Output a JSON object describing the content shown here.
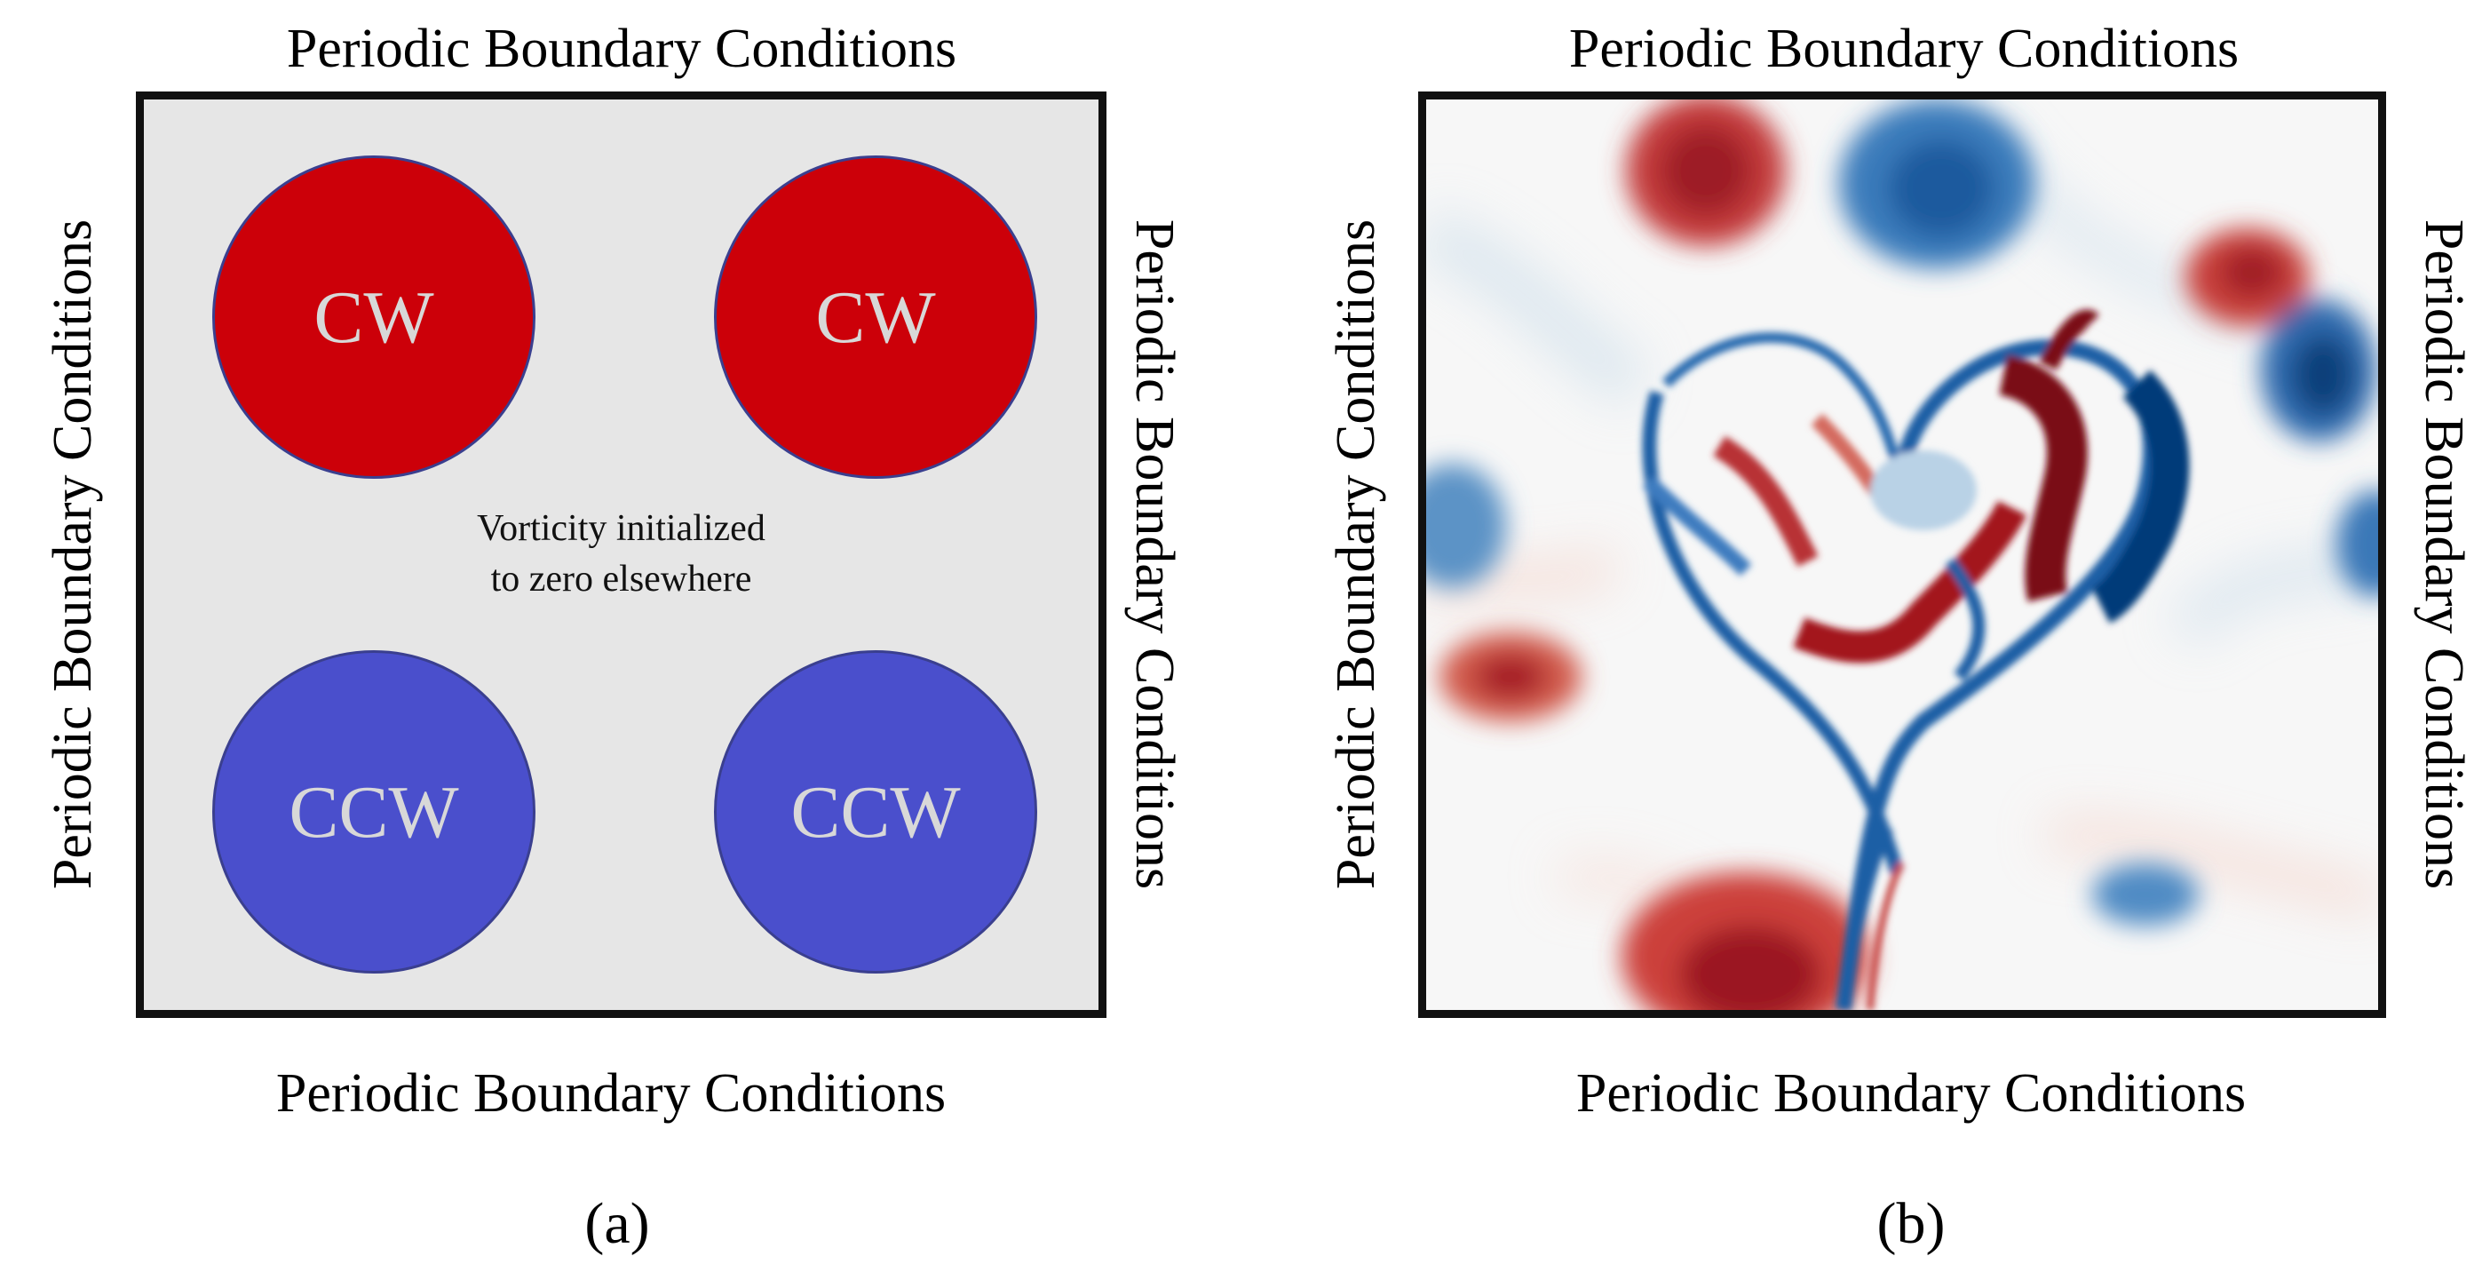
{
  "panel_a": {
    "top_label": "Periodic Boundary Conditions",
    "bottom_label": "Periodic Boundary Conditions",
    "left_label": "Periodic Boundary Conditions",
    "right_label": "Periodic Boundary Conditions",
    "vortices": [
      {
        "label": "CW",
        "color": "#cc0009"
      },
      {
        "label": "CW",
        "color": "#cc0009"
      },
      {
        "label": "CCW",
        "color": "#4a4fcc"
      },
      {
        "label": "CCW",
        "color": "#4a4fcc"
      }
    ],
    "note_line1": "Vorticity initialized",
    "note_line2": "to zero elsewhere",
    "background_color": "#e6e6e6",
    "caption": "(a)"
  },
  "panel_b": {
    "top_label": "Periodic Boundary Conditions",
    "bottom_label": "Periodic Boundary Conditions",
    "left_label": "Periodic Boundary Conditions",
    "right_label": "Periodic Boundary Conditions",
    "caption": "(b)",
    "colormap": {
      "positive": "#8b0a1a",
      "negative": "#083a7a",
      "zero": "#f7f7f7"
    }
  }
}
